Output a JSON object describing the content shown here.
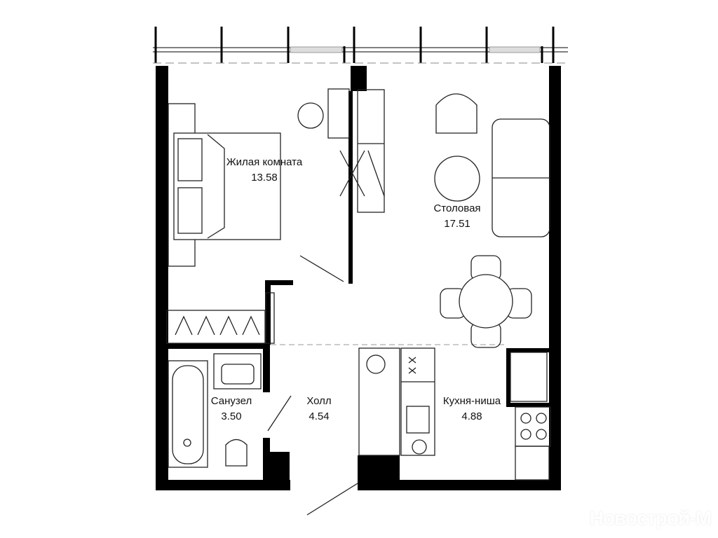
{
  "rooms": [
    {
      "name": "Жилая комната",
      "area": "13.58"
    },
    {
      "name": "Столовая",
      "area": "17.51"
    },
    {
      "name": "Санузел",
      "area": "3.50"
    },
    {
      "name": "Холл",
      "area": "4.54"
    },
    {
      "name": "Кухня-ниша",
      "area": "4.88"
    }
  ],
  "watermark": "Новострой-М",
  "colors": {
    "wall": "#000000",
    "furniture": "#222222",
    "background": "#ffffff"
  }
}
